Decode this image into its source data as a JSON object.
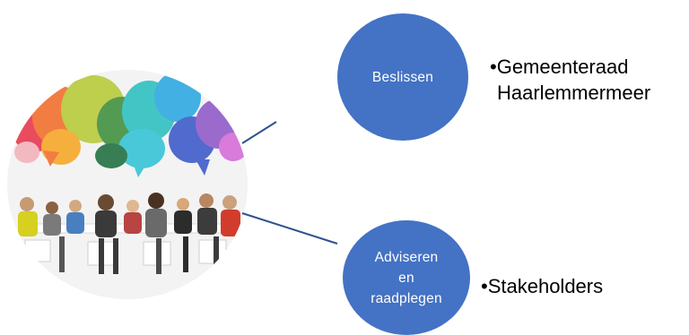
{
  "nodes": {
    "decide": {
      "label": "Beslissen"
    },
    "advise": {
      "line1": "Adviseren",
      "line2": "en",
      "line3": "raadplegen"
    }
  },
  "bullets": {
    "decide": {
      "marker": "•",
      "line1": "Gemeenteraad",
      "line2": "Haarlemmermeer"
    },
    "advise": {
      "marker": "•",
      "text": "Stakeholders"
    }
  },
  "colors": {
    "node_fill": "#4472c4",
    "connector": "#2f528f"
  },
  "icons": {
    "photo": "meeting-with-speech-bubbles-illustration"
  }
}
